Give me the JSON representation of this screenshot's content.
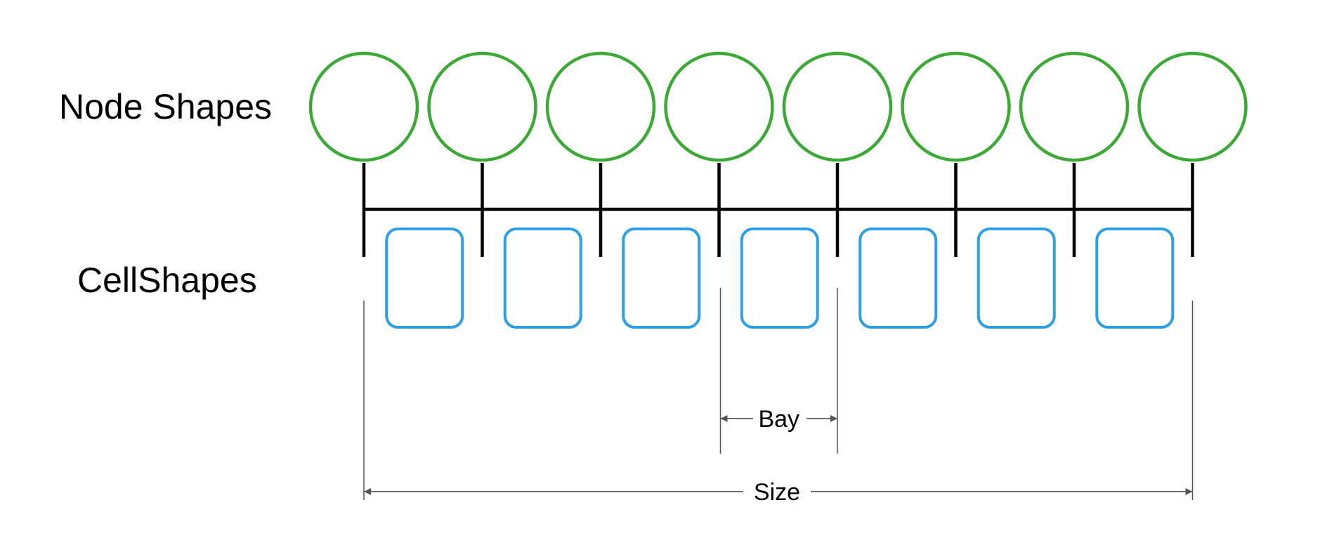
{
  "labels": {
    "node_shapes": "Node Shapes",
    "cell_shapes": "CellShapes"
  },
  "dimensions": {
    "bay": "Bay",
    "size": "Size"
  },
  "node_count": 8,
  "cell_count": 7,
  "colors": {
    "node_stroke": "#3aaa35",
    "cell_stroke": "#2d9fe8",
    "axis": "#000000",
    "dimension_line": "#555555"
  }
}
